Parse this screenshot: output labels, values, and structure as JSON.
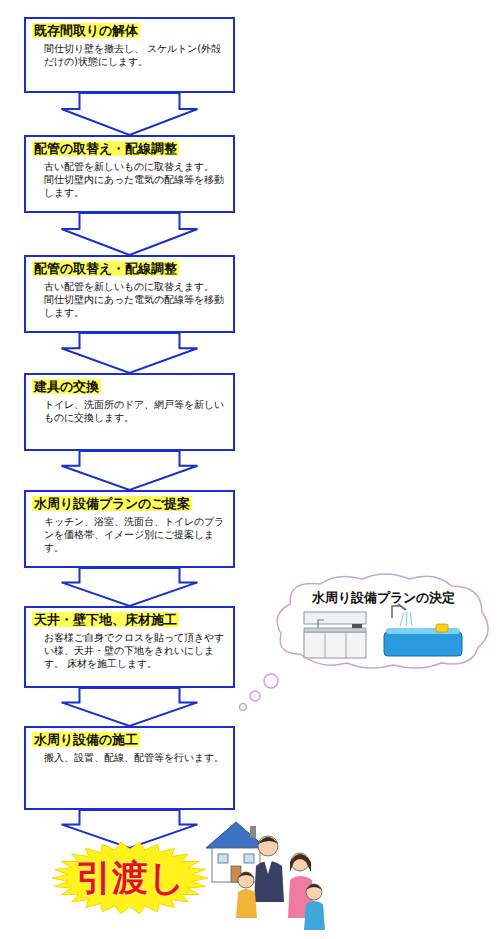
{
  "diagram": {
    "nodes": [
      {
        "text": [
          "既存間取りの解体",
          "間仕切り壁を撤去し、 スケルトン(外殻だけの)状態にします。"
        ]
      },
      {
        "text": [
          "配管の取替え・配線調整",
          "古い配管を新しいものに取替えます。 間仕切壁内にあった電気の配線等を移動します。"
        ]
      },
      {
        "text": [
          "配管の取替え・配線調整",
          "古い配管を新しいものに取替えます。 間仕切壁内にあった電気の配線等を移動します。"
        ]
      },
      {
        "text": [
          "建具の交換",
          "トイレ、洗面所のドア、網戸等を新しいものに交換します。"
        ]
      },
      {
        "text": [
          "水周り設備プランのご提案",
          "キッチン、浴室、洗面台、トイレのプランを価格帯、イメージ別にご提案します。"
        ]
      },
      {
        "text": [
          "天井・壁下地、床材施工",
          "お客様ご自身でクロスを貼って頂きやすい様、天井・壁の下地をきれいにします。 床材を施工します。"
        ]
      },
      {
        "text": [
          "水周り設備の施工",
          "搬入、設置、配線、配管等を行います。"
        ]
      },
      {
        "text": [
          "引渡し"
        ]
      },
      {
        "text": [
          "水周り設備プランの決定"
        ]
      }
    ],
    "edges": [
      {
        "from": 0,
        "to": 1,
        "arrow": "to"
      },
      {
        "from": 1,
        "to": 2,
        "arrow": "to"
      },
      {
        "from": 2,
        "to": 3,
        "arrow": "to"
      },
      {
        "from": 3,
        "to": 4,
        "arrow": "to"
      },
      {
        "from": 4,
        "to": 5,
        "arrow": "to"
      },
      {
        "from": 5,
        "to": 6,
        "arrow": "to"
      },
      {
        "from": 6,
        "to": 7,
        "arrow": "to"
      }
    ]
  }
}
